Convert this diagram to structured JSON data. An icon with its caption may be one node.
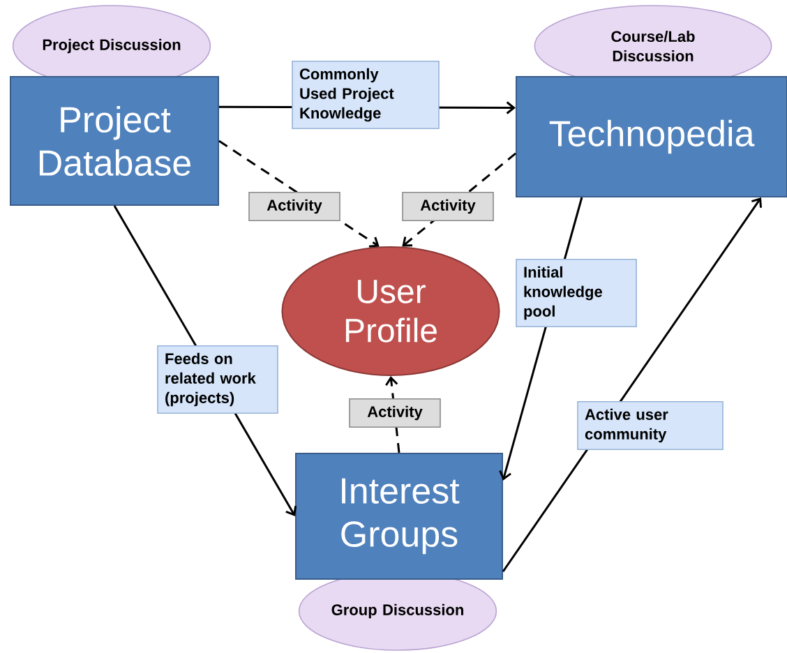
{
  "diagram": {
    "nodes": [
      {
        "text": [
          "Project Discussion"
        ]
      },
      {
        "text": [
          "Project Database"
        ]
      },
      {
        "text": [
          "Course/Lab Discussion"
        ]
      },
      {
        "text": [
          "Technopedia"
        ]
      },
      {
        "text": [
          "User Profile"
        ]
      },
      {
        "text": [
          "Interest Groups"
        ]
      },
      {
        "text": [
          "Group Discussion"
        ]
      }
    ],
    "edges": [
      {
        "from": 1,
        "to": 3,
        "arrow": "to",
        "label": "Commonly Used Project Knowledge"
      },
      {
        "from": 1,
        "to": 4,
        "arrow": "to",
        "style": "dashed",
        "label": "Activity"
      },
      {
        "from": 3,
        "to": 4,
        "arrow": "to",
        "style": "dashed",
        "label": "Activity"
      },
      {
        "from": 5,
        "to": 4,
        "arrow": "to",
        "style": "dashed",
        "label": "Activity"
      },
      {
        "from": 1,
        "to": 5,
        "arrow": "to",
        "label": "Feeds on related work (projects)"
      },
      {
        "from": 3,
        "to": 5,
        "arrow": "to",
        "label": "Initial knowledge pool"
      },
      {
        "from": 5,
        "to": 3,
        "arrow": "to",
        "label": "Active user community"
      }
    ]
  }
}
